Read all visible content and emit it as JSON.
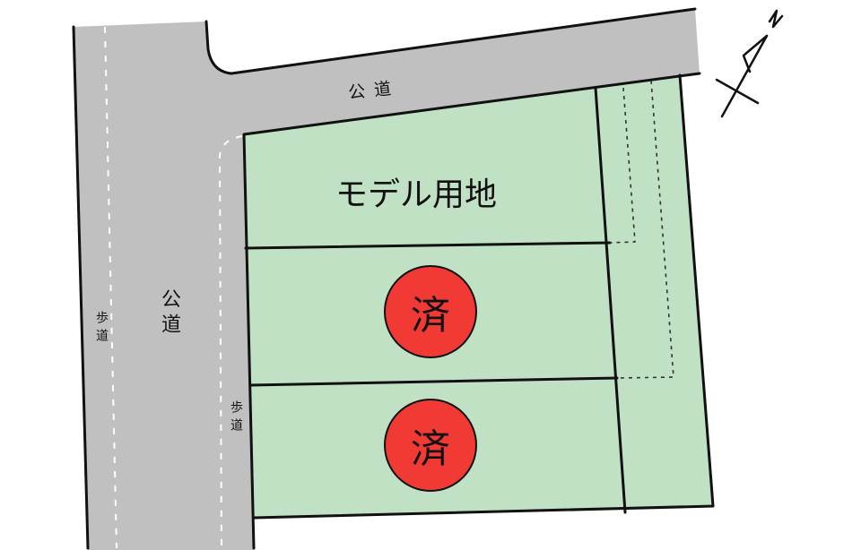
{
  "labels": {
    "public_road_top": "公道",
    "public_road_left": "公道",
    "sidewalk_left": "歩道",
    "sidewalk_right": "歩道",
    "model_lot": "モデル用地",
    "sold_1": "済",
    "sold_2": "済",
    "north": "N"
  },
  "colors": {
    "road": "#c0c0c0",
    "lot": "#c1e1c5",
    "sold_badge": "#f23a35"
  }
}
